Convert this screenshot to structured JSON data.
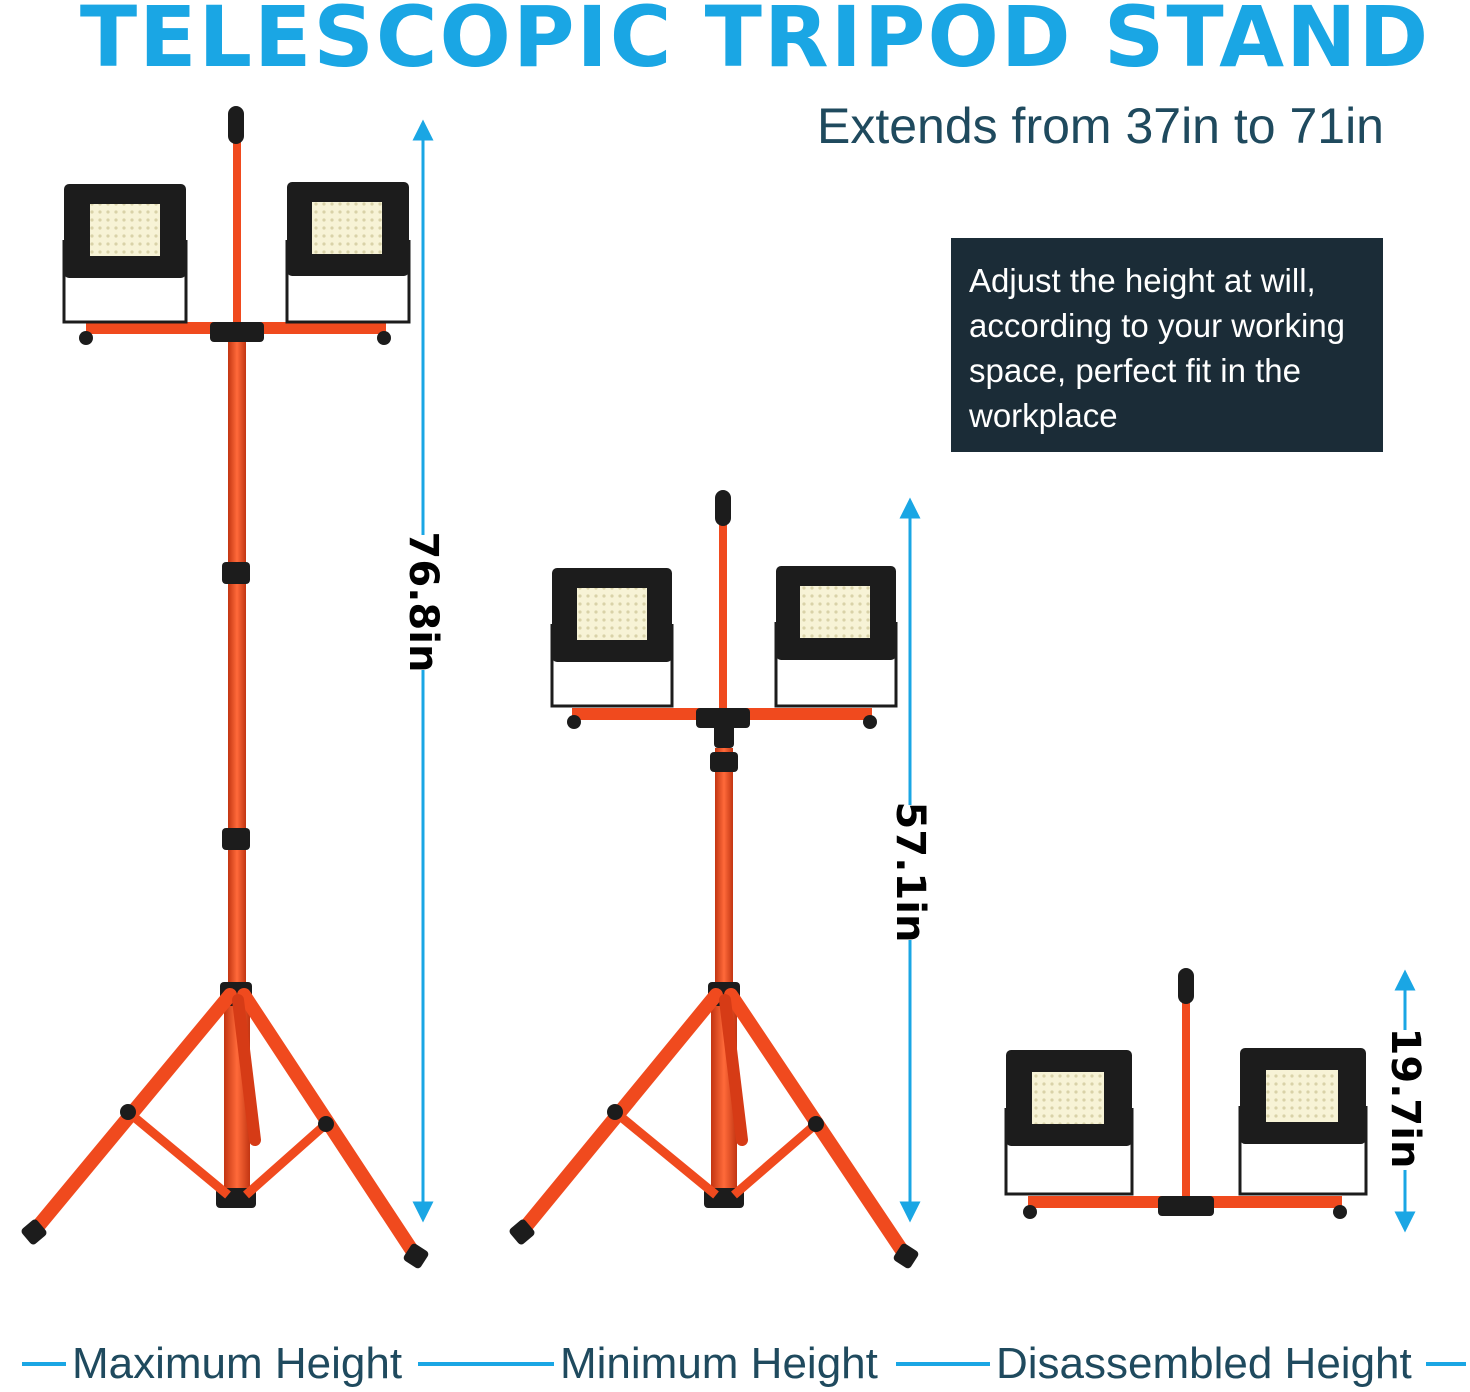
{
  "title": "TELESCOPIC TRIPOD STAND",
  "subtitle": "Extends from 37in to 71in",
  "infobox": {
    "text": "Adjust the height at will, according to your working space, perfect fit in the workplace"
  },
  "dimensions": {
    "max": "76.8in",
    "min": "57.1in",
    "disassembled": "19.7in"
  },
  "captions": {
    "max": "Maximum Height",
    "min": "Minimum Height",
    "disassembled": "Disassembled Height"
  },
  "colors": {
    "accent": "#1aa6e4",
    "heading_dark": "#1f4a5e",
    "box_bg": "#1b2c37",
    "stand_orange": "#f04a1e",
    "lamp_body": "#1c1c1c",
    "led_panel": "#f7f3d6"
  }
}
